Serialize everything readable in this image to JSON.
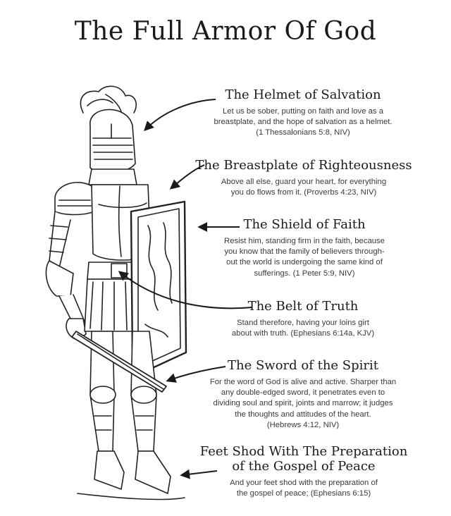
{
  "title": "The Full Armor Of God",
  "sections": [
    {
      "heading": "The Helmet of Salvation",
      "lines": [
        "Let us be sober, putting on faith and love as a",
        "breastplate, and the hope of salvation as a helmet.",
        "(1 Thessalonians 5:8, NIV)"
      ]
    },
    {
      "heading": "The Breastplate of Righteousness",
      "lines": [
        "Above all else, guard your heart, for everything",
        "you do flows from it. (Proverbs 4:23, NIV)"
      ]
    },
    {
      "heading": "The Shield of Faith",
      "lines": [
        "Resist him, standing firm in the faith, because",
        "you know that the family of believers through-",
        "out the world is undergoing the same kind of",
        "sufferings. (1 Peter 5:9, NIV)"
      ]
    },
    {
      "heading": "The Belt of Truth",
      "lines": [
        "Stand therefore, having your loins girt",
        "about with truth. (Ephesians 6:14a, KJV)"
      ]
    },
    {
      "heading": "The Sword of the Spirit",
      "lines": [
        "For the word of God is alive and active. Sharper than",
        "any double-edged sword, it penetrates even to",
        "dividing soul and spirit, joints and marrow; it judges",
        "the thoughts and attitudes of the heart.",
        "(Hebrews 4:12, NIV)"
      ]
    },
    {
      "heading_lines": [
        "Feet Shod With The Preparation",
        "of the Gospel of Peace"
      ],
      "lines": [
        "And your feet shod with the preparation of",
        "the gospel of peace; (Ephesians 6:15)"
      ]
    }
  ]
}
